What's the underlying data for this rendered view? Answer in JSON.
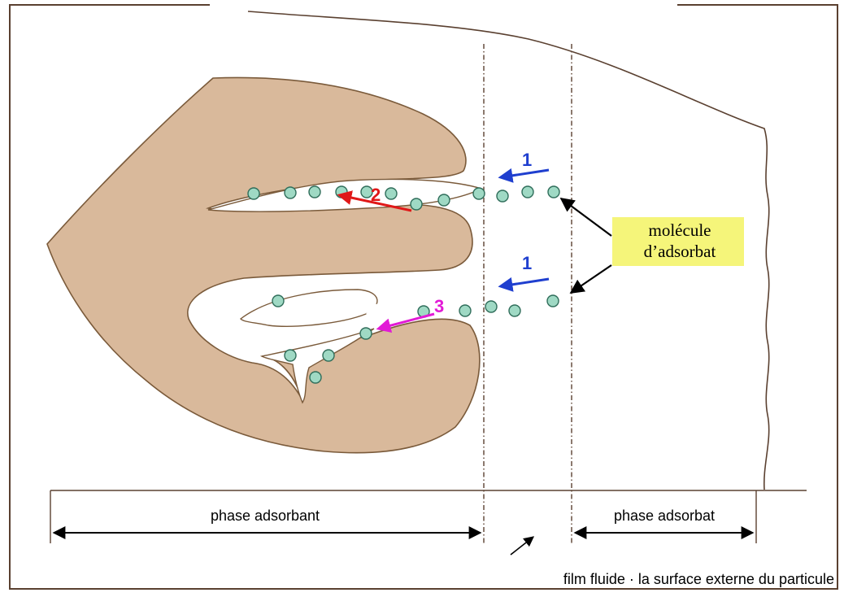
{
  "labels": {
    "molecule_line1": "molécule",
    "molecule_line2": "d’adsorbat",
    "phase_adsorbant": "phase adsorbant",
    "phase_adsorbat": "phase adsorbat",
    "film_caption": "film fluide · la surface externe du particule",
    "step_1_upper": "1",
    "step_1_lower": "1",
    "step_2": "2",
    "step_3": "3"
  },
  "colors": {
    "particle_fill": "#d9b99b",
    "particle_stroke": "#7a5a3a",
    "molecule_fill": "#9fd9c4",
    "molecule_stroke": "#2f6d5a",
    "label_box": "#f5f57a",
    "step1_arrow": "#1f3fcf",
    "step2_arrow": "#e01818",
    "step3_arrow": "#e21ad6",
    "line": "#5a4030"
  }
}
